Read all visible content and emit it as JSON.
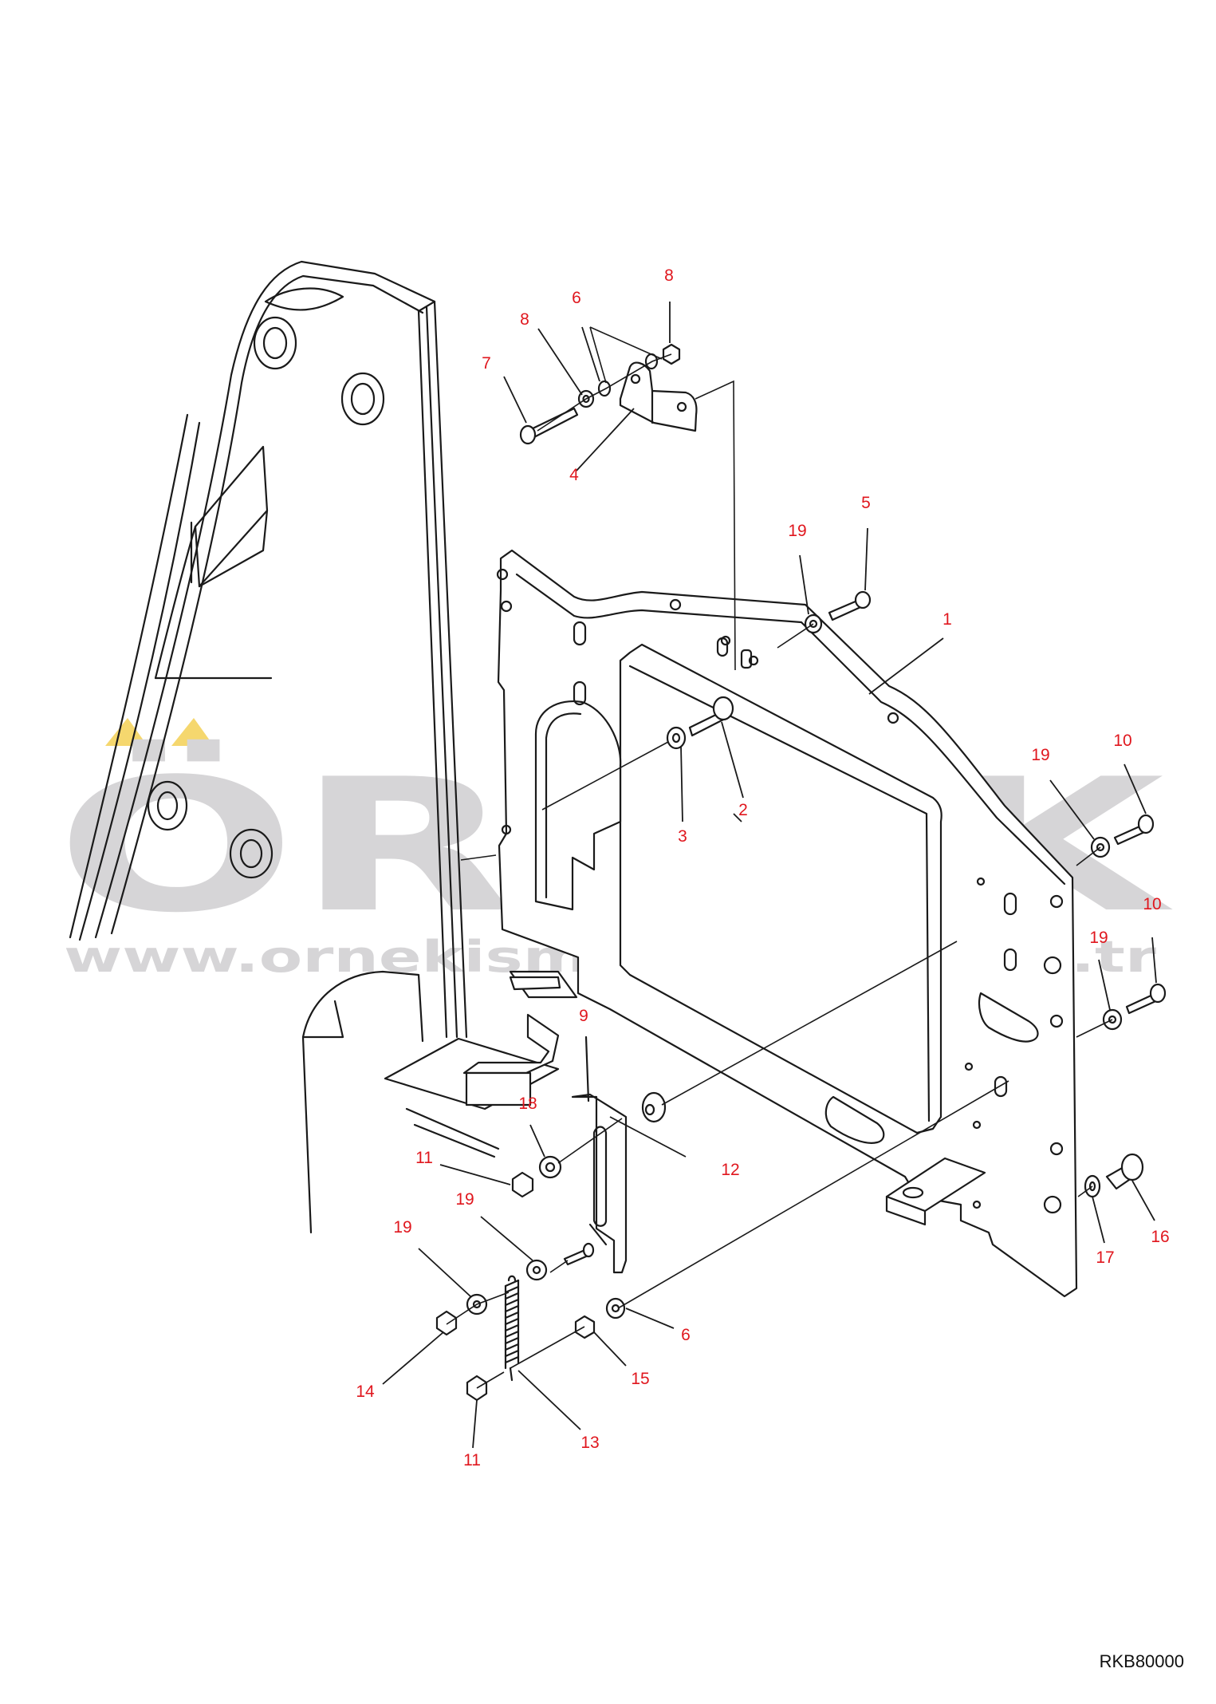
{
  "watermark": {
    "brand": "ÖRNEK",
    "url": "www.ornekismakinalari.com.tr",
    "brand_color": "#d6d5d7",
    "accent_color": "#f5d76e"
  },
  "drawing_code": "RKB80000",
  "callouts": [
    {
      "id": "c-1",
      "label": "1"
    },
    {
      "id": "c-2",
      "label": "2"
    },
    {
      "id": "c-3",
      "label": "3"
    },
    {
      "id": "c-4",
      "label": "4"
    },
    {
      "id": "c-5",
      "label": "5"
    },
    {
      "id": "c-6a",
      "label": "6"
    },
    {
      "id": "c-6b",
      "label": "6"
    },
    {
      "id": "c-7",
      "label": "7"
    },
    {
      "id": "c-8a",
      "label": "8"
    },
    {
      "id": "c-8b",
      "label": "8"
    },
    {
      "id": "c-9",
      "label": "9"
    },
    {
      "id": "c-10a",
      "label": "10"
    },
    {
      "id": "c-10b",
      "label": "10"
    },
    {
      "id": "c-11a",
      "label": "11"
    },
    {
      "id": "c-11b",
      "label": "11"
    },
    {
      "id": "c-12",
      "label": "12"
    },
    {
      "id": "c-13",
      "label": "13"
    },
    {
      "id": "c-14",
      "label": "14"
    },
    {
      "id": "c-15",
      "label": "15"
    },
    {
      "id": "c-16",
      "label": "16"
    },
    {
      "id": "c-17",
      "label": "17"
    },
    {
      "id": "c-18",
      "label": "18"
    },
    {
      "id": "c-19a",
      "label": "19"
    },
    {
      "id": "c-19b",
      "label": "19"
    },
    {
      "id": "c-19c",
      "label": "19"
    },
    {
      "id": "c-19d",
      "label": "19"
    },
    {
      "id": "c-19e",
      "label": "19"
    }
  ]
}
